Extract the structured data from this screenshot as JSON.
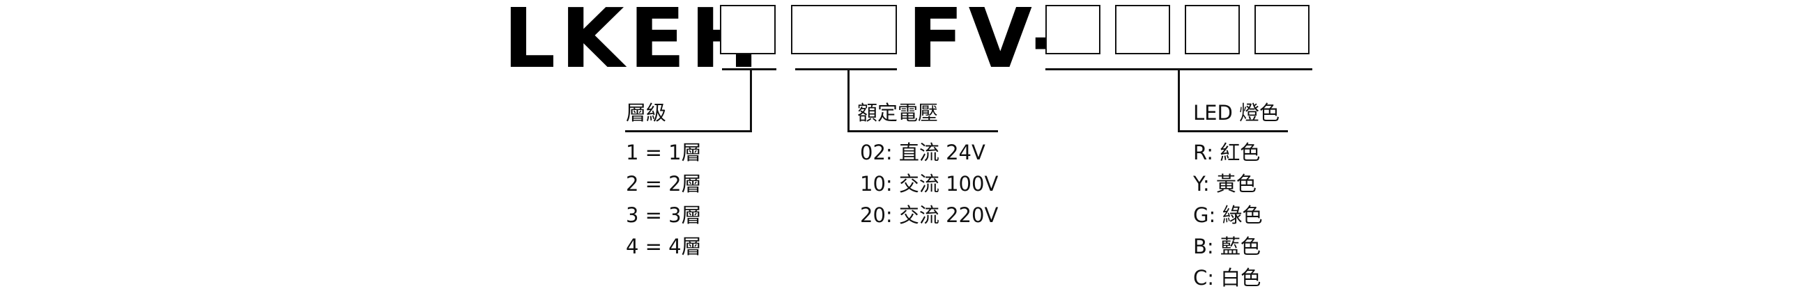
{
  "code": {
    "prefix": "LKEH",
    "mid": "FV-"
  },
  "fields": {
    "tier": {
      "label": "層級",
      "options": [
        "1 = 1層",
        "2 = 2層",
        "3 = 3層",
        "4 = 4層"
      ]
    },
    "voltage": {
      "label": "額定電壓",
      "options": [
        "02: 直流 24V",
        "10: 交流 100V",
        "20: 交流 220V"
      ]
    },
    "led": {
      "label": "LED 燈色",
      "options": [
        "R: 紅色",
        "Y: 黃色",
        "G: 綠色",
        "B: 藍色",
        "C: 白色"
      ]
    }
  }
}
